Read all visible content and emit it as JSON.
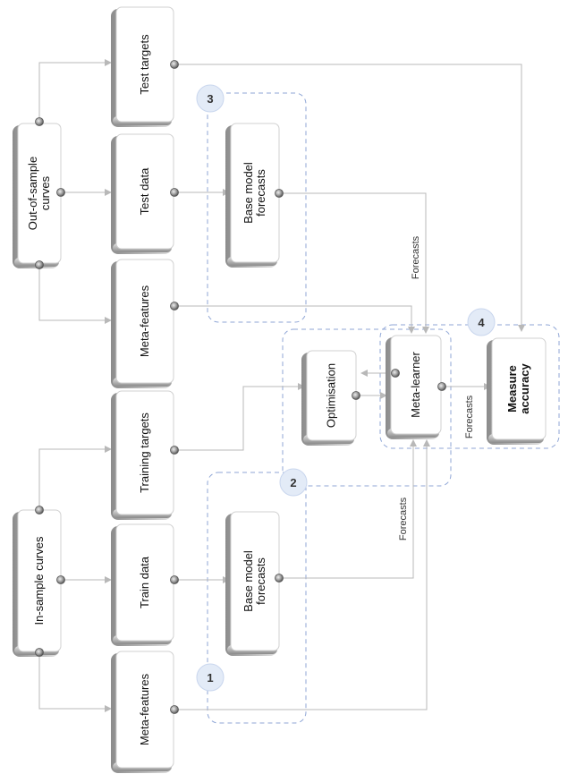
{
  "nodes": {
    "test_targets": "Test targets",
    "out_of_sample_l1": "Out-of-sample",
    "out_of_sample_l2": "curves",
    "test_data": "Test data",
    "base_forecasts_top_l1": "Base model",
    "base_forecasts_top_l2": "forecasts",
    "meta_features_top": "Meta-features",
    "training_targets": "Training targets",
    "optimisation": "Optimisation",
    "meta_learner": "Meta-learner",
    "measure_accuracy_l1": "Measure",
    "measure_accuracy_l2": "accuracy",
    "in_sample_curves": "In-sample  curves",
    "train_data": "Train data",
    "base_forecasts_bottom_l1": "Base model",
    "base_forecasts_bottom_l2": "forecasts",
    "meta_features_bottom": "Meta-features"
  },
  "edge_labels": {
    "forecasts_top": "Forecasts",
    "forecasts_bottom": "Forecasts",
    "forecasts_right": "Forecasts"
  },
  "steps": {
    "s1": "1",
    "s2": "2",
    "s3": "3",
    "s4": "4"
  },
  "colors": {
    "box_fill": "#ffffff",
    "box_shadow": "#bdbdbd",
    "connector": "#b8b8b8",
    "group_outline": "#8fa6d6",
    "step_badge": "#e3ebf7"
  }
}
